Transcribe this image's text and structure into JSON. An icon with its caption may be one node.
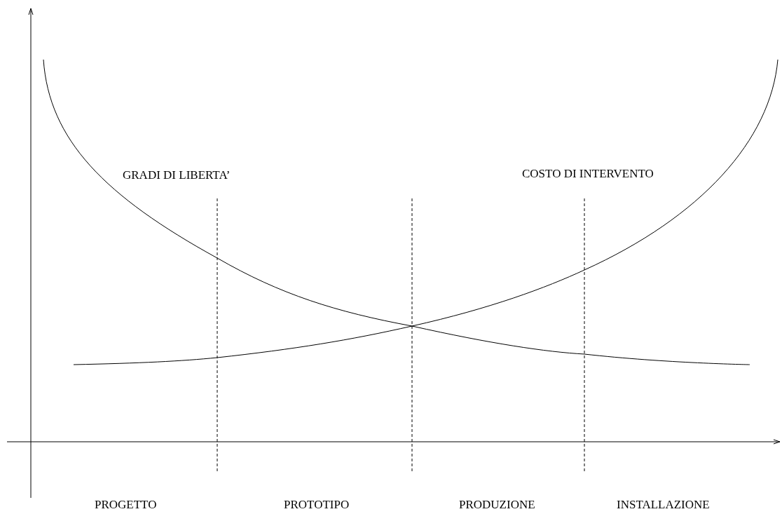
{
  "diagram": {
    "labels": [
      "GRADI DI LIBERTA’",
      "COSTO DI INTERVENTO",
      "PROGETTO",
      "PROTOTIPO",
      "PRODUZIONE",
      "INSTALLAZIONE"
    ]
  }
}
